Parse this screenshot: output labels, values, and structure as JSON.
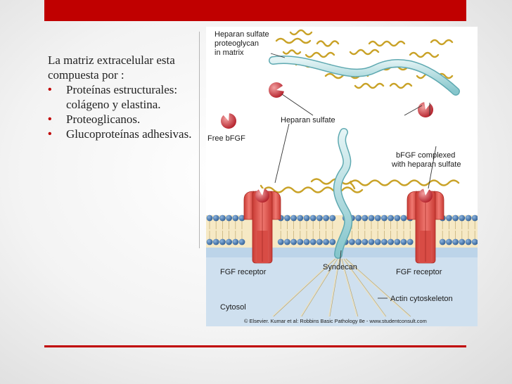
{
  "slide": {
    "intro": "La matriz extracelular esta compuesta por :",
    "bullets": [
      "Proteínas estructurales: colágeno y elastina.",
      "Proteoglicanos.",
      "Glucoproteínas adhesivas."
    ]
  },
  "figure": {
    "labels": {
      "hs_pg_1": "Heparan sulfate",
      "hs_pg_2": "proteoglycan",
      "hs_pg_3": "in matrix",
      "heparan_sulfate": "Heparan sulfate",
      "free_bfgf": "Free bFGF",
      "bfgf_complexed_1": "bFGF complexed",
      "bfgf_complexed_2": "with heparan sulfate",
      "fgf_receptor_left": "FGF receptor",
      "syndecan": "Syndecan",
      "fgf_receptor_right": "FGF receptor",
      "actin": "Actin cytoskeleton",
      "cytosol": "Cytosol"
    },
    "credit": "© Elsevier. Kumar et al: Robbins Basic Pathology 8e - www.studentconsult.com"
  },
  "colors": {
    "accent_red": "#c00000",
    "chain_gold": "#c9a227",
    "core_protein": "#a8d8dc",
    "receptor": "#e8514a",
    "lipid_head": "#3d6ea8",
    "cytosol": "#cfe0ef"
  }
}
